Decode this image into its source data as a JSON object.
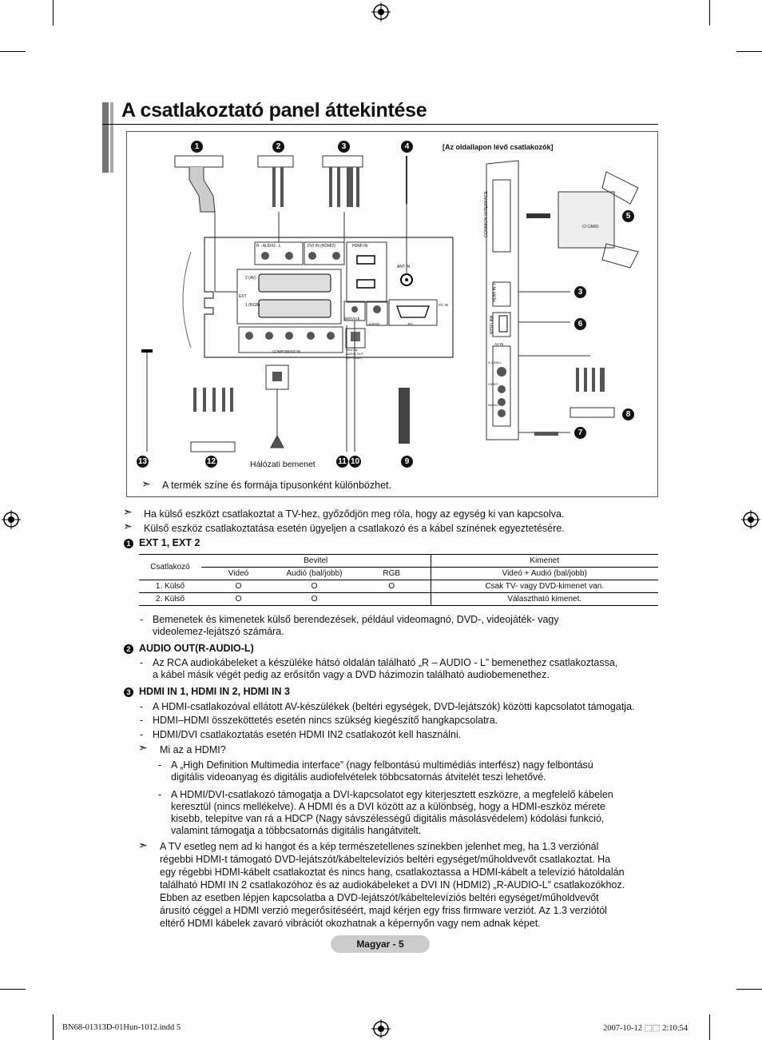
{
  "header": {
    "title": "A csatlakoztató panel áttekintése"
  },
  "diagram": {
    "side_label": "[Az oldallapon lévő csatlakozók]",
    "numbers": [
      "1",
      "2",
      "3",
      "4",
      "5",
      "3",
      "6",
      "8",
      "7",
      "13",
      "12",
      "11",
      "10",
      "9"
    ],
    "power_label": "Hálózati bemenet",
    "panel_texts": {
      "audio": "R - AUDIO - L",
      "dvi": "DVI IN (HDMI2)",
      "hdmi": "HDMI IN",
      "ant": "ANT IN",
      "ext": "EXT",
      "ext2": "2 (AV)",
      "ext1": "1 (RGB)",
      "service": "SERVICE",
      "audio_small": "AUDIO",
      "pc": "PC",
      "pc_in": "PC IN",
      "component": "COMPONENT IN",
      "digital": "DIGITAL AUDIO OUT (OPTICAL)",
      "av": "AV IN",
      "svideo": "S-VIDEO",
      "video": "VIDEO",
      "audio2": "AUDIO",
      "ci_card": "CI CARD",
      "common_interface": "COMMON INTERFACE",
      "hdmi_in3": "HDMI IN 3",
      "wiselink": "WISELINK"
    },
    "footnote": "A termék színe és formája típusonként különbözhet."
  },
  "notes": [
    "Ha külső eszközt csatlakoztat a TV-hez, győződjön meg róla, hogy az egység ki van kapcsolva.",
    "Külső eszköz csatlakoztatása esetén ügyeljen a csatlakozó és a kábel színének egyeztetésére."
  ],
  "section1": {
    "num": "1",
    "heading": "EXT 1, EXT 2",
    "table": {
      "h_csatlakozo": "Csatlakozó",
      "h_bemenet": "Bevitel",
      "h_kimenet": "Kimenet",
      "sub": [
        "Videó",
        "Audió (bal/jobb)",
        "RGB",
        "Videó + Audió (bal/jobb)"
      ],
      "rows": [
        [
          "1. Külső",
          "O",
          "O",
          "O",
          "Csak TV- vagy DVD-kimenet van."
        ],
        [
          "2. Külső",
          "O",
          "O",
          "",
          "Választható kimenet."
        ]
      ]
    },
    "bullet": "Bemenetek és kimenetek külső berendezések, például videomagnó, DVD-, videojáték- vagy",
    "bullet_cont": "videolemez-lejátszó számára."
  },
  "section2": {
    "num": "2",
    "heading": "AUDIO OUT(R-AUDIO-L)",
    "bullet": "Az RCA audiokábeleket a készüléke hátsó oldalán található „R – AUDIO - L” bemenethez csatlakoztassa,",
    "bullet_cont": "a kábel másik végét pedig az erősítőn vagy a DVD házimozin található audiobemenethez."
  },
  "section3": {
    "num": "3",
    "heading": "HDMI IN 1, HDMI IN 2, HDMI IN 3",
    "bullets": [
      "A HDMI-csatlakozóval ellátott AV-készülékek (beltéri egységek, DVD-lejátszók) közötti kapcsolatot támogatja.",
      "HDMI–HDMI összeköttetés esetén nincs szükség kiegészítő hangkapcsolatra.",
      "HDMI/DVI csatlakoztatás esetén HDMI IN2 csatlakozót kell használni."
    ],
    "whatis": "Mi az a HDMI?",
    "sub1": [
      "A „High Definition Multimedia interface” (nagy felbontású multimédiás interfész) nagy felbontású",
      "digitális videoanyag és digitális audiofelvételek többcsatornás átvitelét teszi lehetővé."
    ],
    "sub2": [
      "A HDMI/DVI-csatlakozó támogatja a DVI-kapcsolatot egy kiterjesztett eszközre, a megfelelő kábelen",
      "keresztül (nincs mellékelve). A HDMI és a DVI között az a különbség, hogy a HDMI-eszköz mérete",
      "kisebb, telepítve van rá a HDCP (Nagy sávszélességű digitális másolásvédelem) kódolási funkció,",
      "valamint támogatja a többcsatornás digitális hangátvitelt."
    ],
    "long_note": [
      "A TV esetleg nem ad ki hangot és a kép természetellenes színekben jelenhet meg, ha 1.3 verziónál",
      "régebbi HDMI-t támogató DVD-lejátszót/kábeltelevíziós beltéri egységet/műholdvevőt csatlakoztat. Ha",
      "egy régebbi HDMI-kábelt csatlakoztat és nincs hang, csatlakoztassa a HDMI-kábelt a televízió hátoldalán",
      "található HDMI IN 2 csatlakozóhoz és az audiokábeleket a DVI IN (HDMI2) „R-AUDIO-L” csatlakozókhoz.",
      "Ebben az esetben lépjen kapcsolatba a DVD-lejátszót/kábeltelevíziós beltéri egységet/műholdvevőt",
      "árusító céggel a HDMI verzió megerősítéséért, majd kérjen egy friss firmware verziót. Az 1.3 verziótól",
      "eltérő HDMI kábelek zavaró vibrációt okozhatnak a képernyőn vagy nem adnak képet."
    ]
  },
  "footer": {
    "page": "Magyar - 5"
  },
  "slug": {
    "file": "BN68-01313D-01Hun-1012.indd   5",
    "date": "2007-10-12   ⬚⬚ 2:10:54"
  }
}
